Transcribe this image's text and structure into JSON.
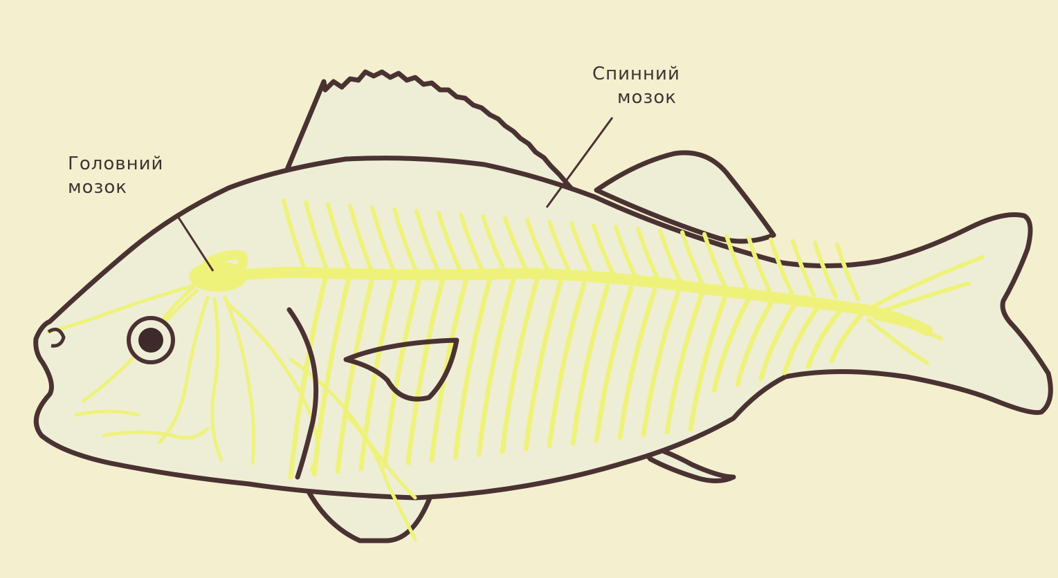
{
  "labels": {
    "brain": {
      "line1": "Головний",
      "line2": "мозок"
    },
    "spinal_cord": {
      "line1": "Спинний",
      "line2": "мозок"
    }
  },
  "colors": {
    "background": "#f4efcf",
    "fish_body": "#eeeed6",
    "outline": "#4a3232",
    "nerves": "#eef27a",
    "label_text": "#3d3433"
  }
}
